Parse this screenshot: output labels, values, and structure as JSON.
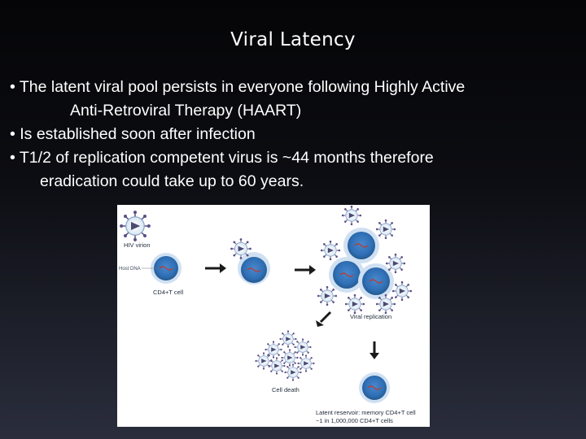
{
  "slide": {
    "title": "Viral Latency",
    "bullets": [
      {
        "lines": [
          "• The latent viral pool persists in everyone following Highly Active",
          "Anti-Retroviral Therapy (HAART)"
        ]
      },
      {
        "lines": [
          "• Is established soon after infection"
        ]
      },
      {
        "lines": [
          "• T1/2 of replication competent virus is ~44 months therefore",
          "eradication could take up to 60 years."
        ]
      }
    ]
  },
  "figure": {
    "labels": {
      "hiv_virion": "HIV virion",
      "host_dna": "Host DNA",
      "cd4_cell": "CD4+T cell",
      "viral_replication": "Viral replication",
      "cell_death": "Cell death",
      "latent_reservoir_1": "Latent reservoir: memory CD4+T cell",
      "latent_reservoir_2": "~1 in 1,000,000 CD4+T cells"
    },
    "colors": {
      "cell_blue": "#2f6fb5",
      "cell_light": "#a9c6e6",
      "dna_red": "#c0392b",
      "virion_purple": "#5a4f86",
      "arrow": "#1a1a1a"
    }
  }
}
